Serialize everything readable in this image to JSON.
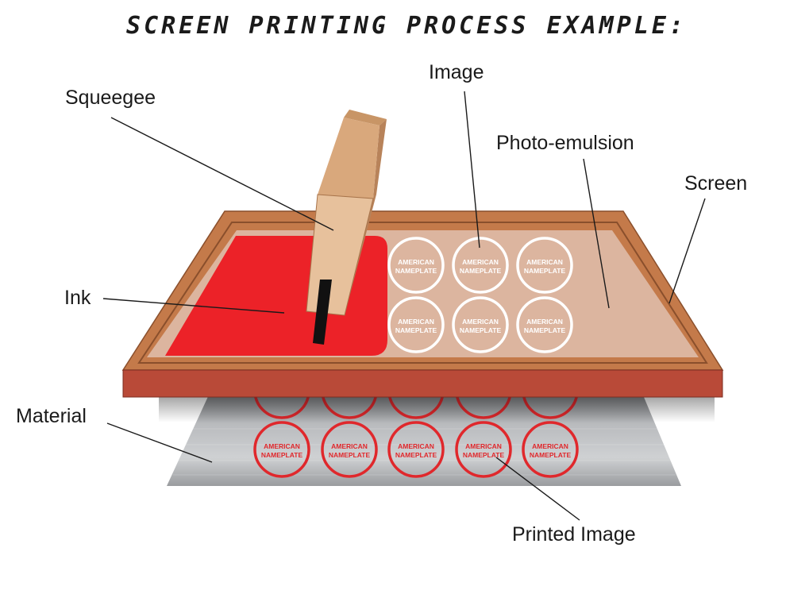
{
  "title": "SCREEN PRINTING PROCESS EXAMPLE:",
  "labels": {
    "squeegee": "Squeegee",
    "image": "Image",
    "photo_emulsion": "Photo-emulsion",
    "screen": "Screen",
    "ink": "Ink",
    "material": "Material",
    "printed_image": "Printed Image"
  },
  "badge": {
    "line1": "AMERICAN",
    "line2": "NAMEPLATE"
  },
  "colors": {
    "frame": "#c47a4a",
    "frame_front": "#b94a38",
    "mesh": "#dcb59f",
    "ink": "#ec2228",
    "squeegee_wood": "#deb28a",
    "squeegee_side": "#c89566",
    "material": "#a9abae",
    "printed_ring": "#e0282c",
    "image_ring": "#ffffff"
  }
}
